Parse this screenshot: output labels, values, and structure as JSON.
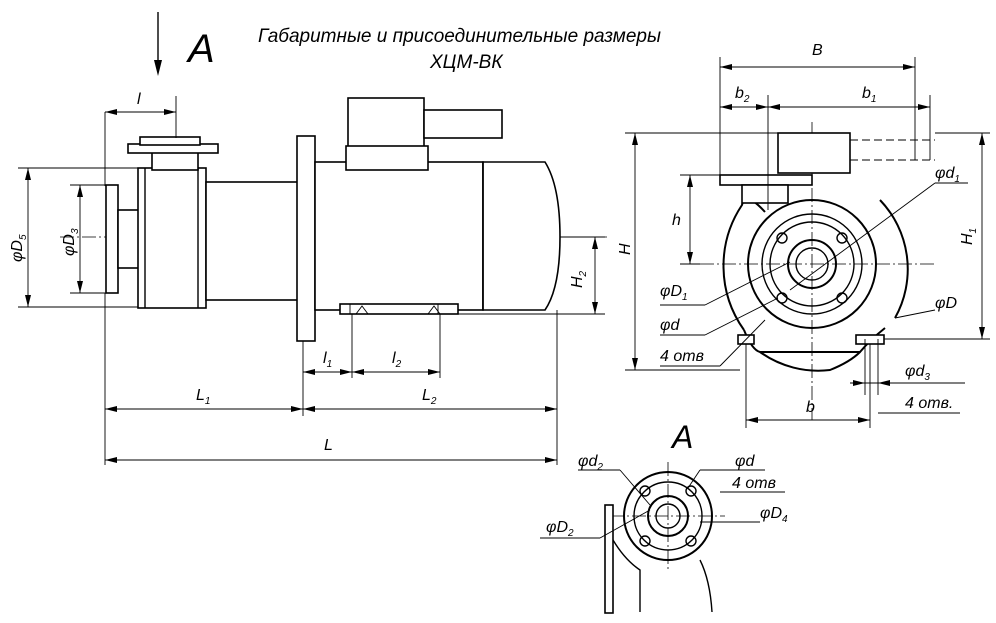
{
  "title": {
    "line1": "Габаритные и присоединительные размеры",
    "line2": "ХЦМ-ВК"
  },
  "view_marker": "A",
  "side_view": {
    "l": "l",
    "D5": "φD",
    "D5_sub": "5",
    "D3": "φD",
    "D3_sub": "3",
    "H2": "H",
    "H2_sub": "2",
    "l1": "l",
    "l1_sub": "1",
    "l2": "l",
    "l2_sub": "2",
    "L1": "L",
    "L1_sub": "1",
    "L2": "L",
    "L2_sub": "2",
    "L": "L"
  },
  "front_view": {
    "B": "B",
    "b2": "b",
    "b2_sub": "2",
    "b1": "b",
    "b1_sub": "1",
    "h": "h",
    "H": "H",
    "H1": "H",
    "H1_sub": "1",
    "d1": "φd",
    "d1_sub": "1",
    "D1": "φD",
    "D1_sub": "1",
    "d": "φd",
    "D": "φD",
    "holes_left": "4 отв",
    "d3": "φd",
    "d3_sub": "3",
    "holes_right": "4 отв.",
    "b": "b"
  },
  "detail_view": {
    "d2": "φd",
    "d2_sub": "2",
    "d": "φd",
    "holes": "4 отв",
    "D2": "φD",
    "D2_sub": "2",
    "D4": "φD",
    "D4_sub": "4"
  }
}
